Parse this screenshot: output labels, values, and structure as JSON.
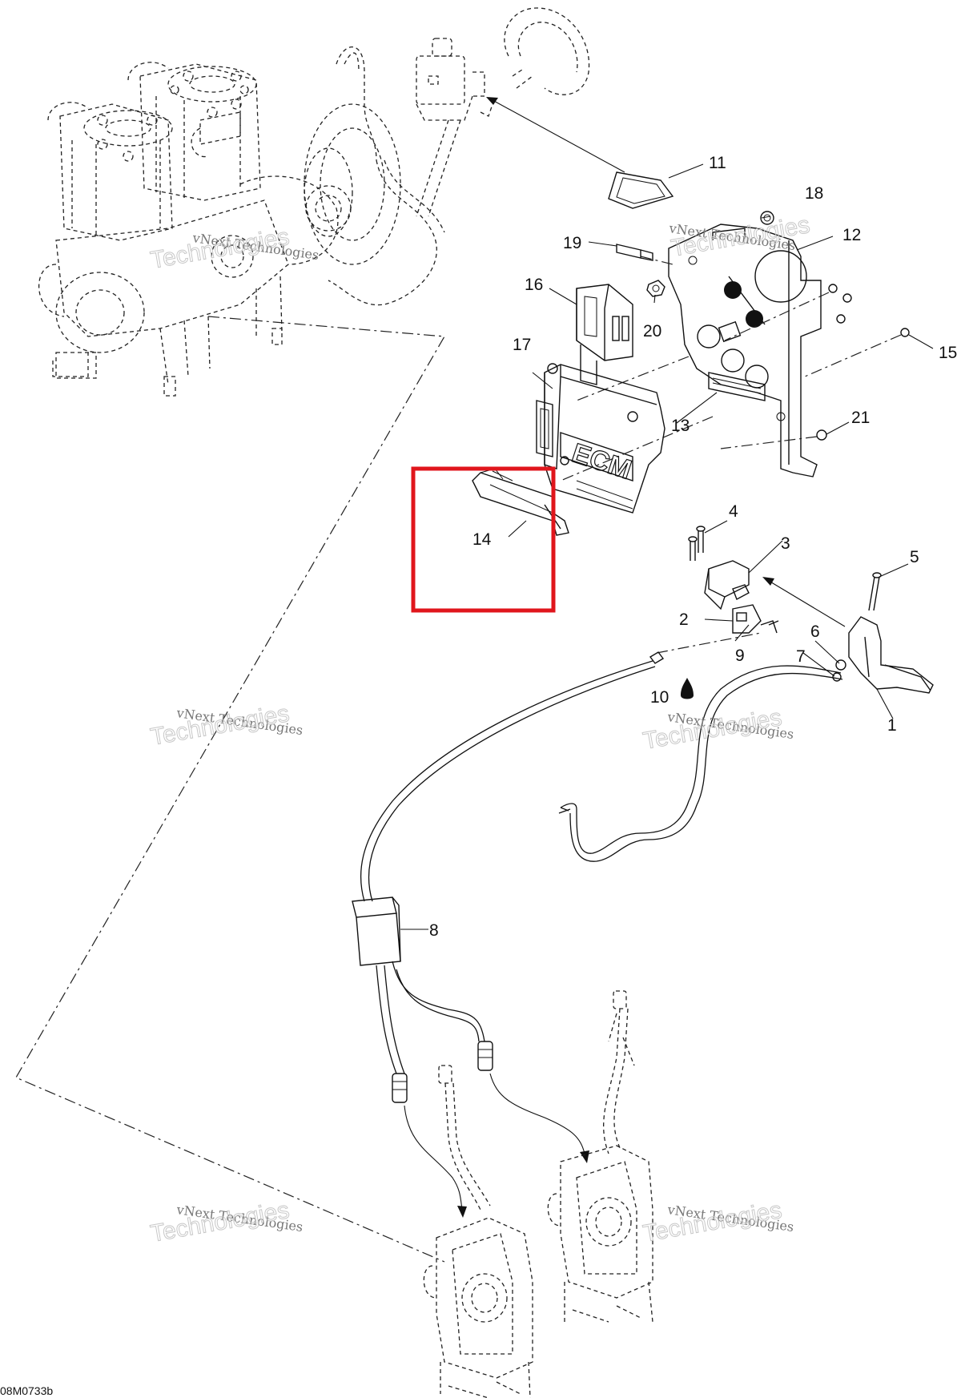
{
  "diagram": {
    "drawing_code": "08M0733b",
    "watermark_line1": "vNext Technologies",
    "watermark_line2": "Technologies",
    "highlight_color": "#e0161c",
    "callouts": {
      "c1": "1",
      "c2": "2",
      "c3": "3",
      "c4": "4",
      "c5": "5",
      "c6": "6",
      "c7": "7",
      "c8": "8",
      "c9": "9",
      "c10": "10",
      "c11": "11",
      "c12": "12",
      "c13": "13",
      "c14": "14",
      "c15": "15",
      "c16": "16",
      "c17": "17",
      "c18": "18",
      "c19": "19",
      "c20": "20",
      "c21": "21"
    }
  }
}
